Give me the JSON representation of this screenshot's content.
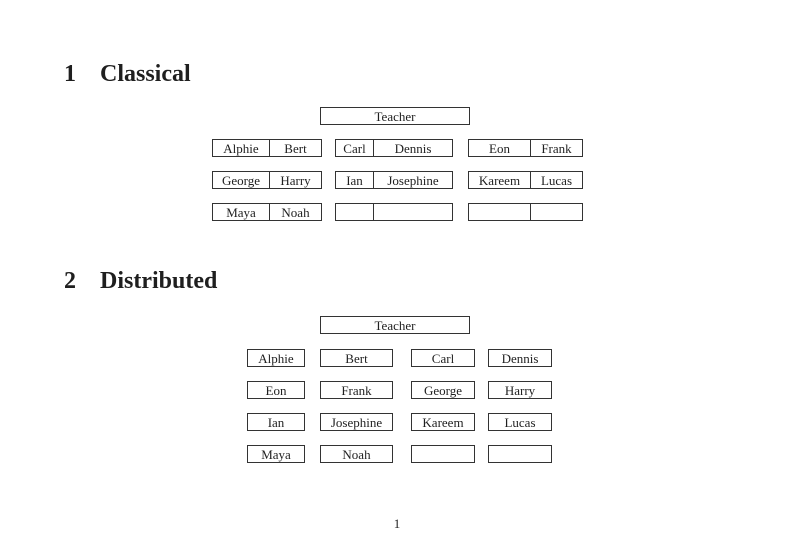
{
  "colors": {
    "background": "#ffffff",
    "text": "#1f1f1f",
    "border": "#333333"
  },
  "document": {
    "page_number": "1"
  },
  "sections": [
    {
      "number": "1",
      "title": "Classical",
      "teacher_label": "Teacher",
      "desks": [
        [
          "Alphie",
          "Bert"
        ],
        [
          "Carl",
          "Dennis"
        ],
        [
          "Eon",
          "Frank"
        ],
        [
          "George",
          "Harry"
        ],
        [
          "Ian",
          "Josephine"
        ],
        [
          "Kareem",
          "Lucas"
        ],
        [
          "Maya",
          "Noah"
        ],
        [
          "",
          ""
        ],
        [
          "",
          ""
        ]
      ]
    },
    {
      "number": "2",
      "title": "Distributed",
      "teacher_label": "Teacher",
      "seats": [
        "Alphie",
        "Bert",
        "Carl",
        "Dennis",
        "Eon",
        "Frank",
        "George",
        "Harry",
        "Ian",
        "Josephine",
        "Kareem",
        "Lucas",
        "Maya",
        "Noah",
        "",
        ""
      ]
    }
  ]
}
